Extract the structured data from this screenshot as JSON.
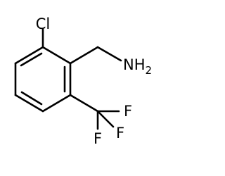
{
  "molecule": {
    "atoms": {
      "chlorine": "Cl",
      "nitrogen": "NH",
      "nitrogen_count": "2",
      "fluorine_1": "F",
      "fluorine_2": "F",
      "fluorine_3": "F"
    },
    "colors": {
      "bond": "#000000",
      "label": "#000000",
      "background": "#ffffff"
    }
  }
}
